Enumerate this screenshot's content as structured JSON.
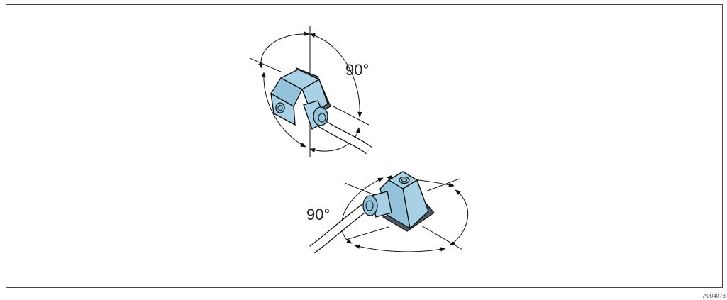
{
  "labels": {
    "top_rotation_angle": "90°",
    "bottom_rotation_angle": "90°",
    "figure_code": "A004078"
  },
  "colors": {
    "housing": "#a9d1e6",
    "gasket": "#4b5a63",
    "line": "#111111"
  }
}
